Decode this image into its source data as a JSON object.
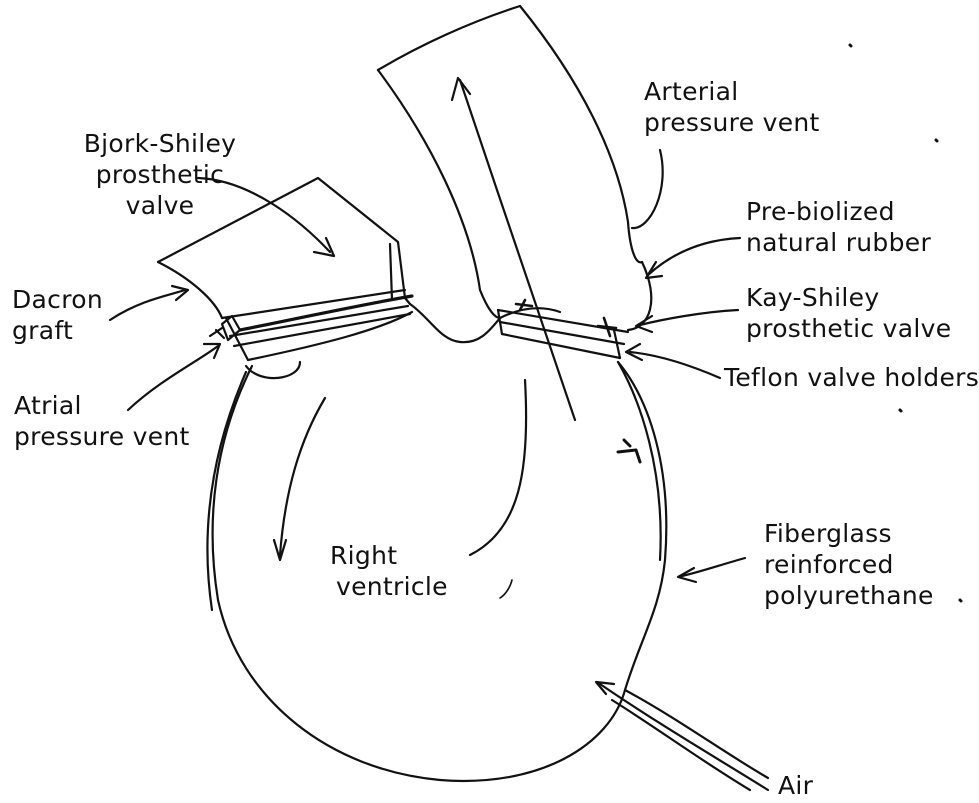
{
  "labels": {
    "bjork_shiley": [
      "Bjork-Shiley",
      "prosthetic",
      "valve"
    ],
    "dacron_graft": [
      "Dacron",
      "graft"
    ],
    "atrial_vent": [
      "Atrial",
      "pressure vent"
    ],
    "arterial_vent": [
      "Arterial",
      "pressure vent"
    ],
    "pre_biolized": [
      "Pre-biolized",
      "natural rubber"
    ],
    "kay_shiley": [
      "Kay-Shiley",
      "prosthetic valve"
    ],
    "teflon": "Teflon valve holders",
    "right_ventricle": [
      "Right",
      "ventricle"
    ],
    "fiberglass": [
      "Fiberglass",
      "reinforced",
      "polyurethane"
    ],
    "air": "Air"
  },
  "colors": {
    "ink": "#111111",
    "paper": "#ffffff"
  }
}
